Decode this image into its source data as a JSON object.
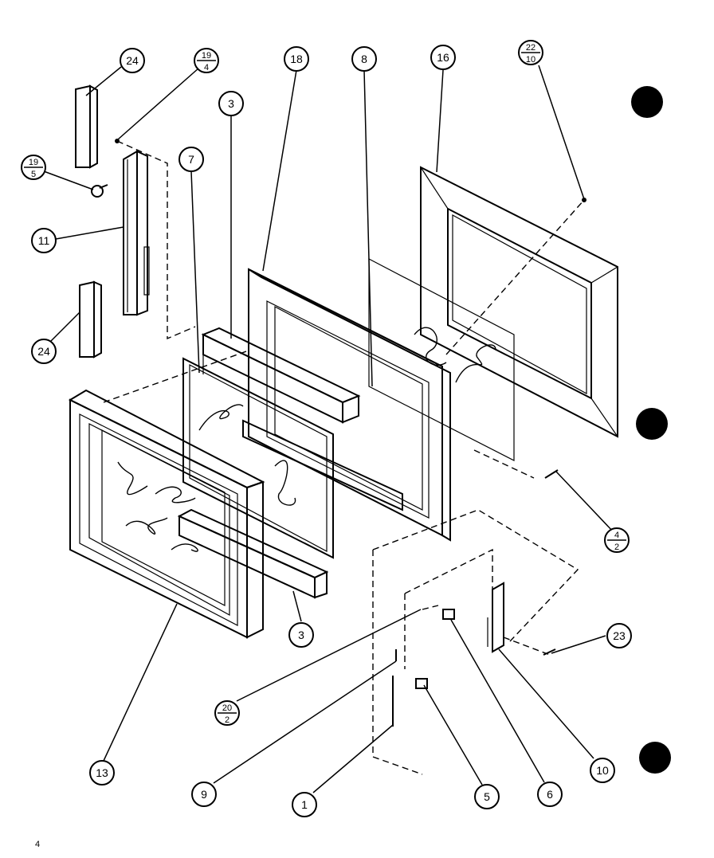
{
  "page_number": "4",
  "callouts": [
    {
      "id": "c24a",
      "label": "24"
    },
    {
      "id": "c19_4",
      "top": "19",
      "bottom": "4"
    },
    {
      "id": "c18",
      "label": "18"
    },
    {
      "id": "c8",
      "label": "8"
    },
    {
      "id": "c16",
      "label": "16"
    },
    {
      "id": "c22_10",
      "top": "22",
      "bottom": "10"
    },
    {
      "id": "c3a",
      "label": "3"
    },
    {
      "id": "c7",
      "label": "7"
    },
    {
      "id": "c19_5",
      "top": "19",
      "bottom": "5"
    },
    {
      "id": "c11",
      "label": "11"
    },
    {
      "id": "c24b",
      "label": "24"
    },
    {
      "id": "c4_2",
      "top": "4",
      "bottom": "2"
    },
    {
      "id": "c3b",
      "label": "3"
    },
    {
      "id": "c23",
      "label": "23"
    },
    {
      "id": "c20_2",
      "top": "20",
      "bottom": "2"
    },
    {
      "id": "c13",
      "label": "13"
    },
    {
      "id": "c9",
      "label": "9"
    },
    {
      "id": "c1",
      "label": "1"
    },
    {
      "id": "c5",
      "label": "5"
    },
    {
      "id": "c6",
      "label": "6"
    },
    {
      "id": "c10",
      "label": "10"
    }
  ]
}
